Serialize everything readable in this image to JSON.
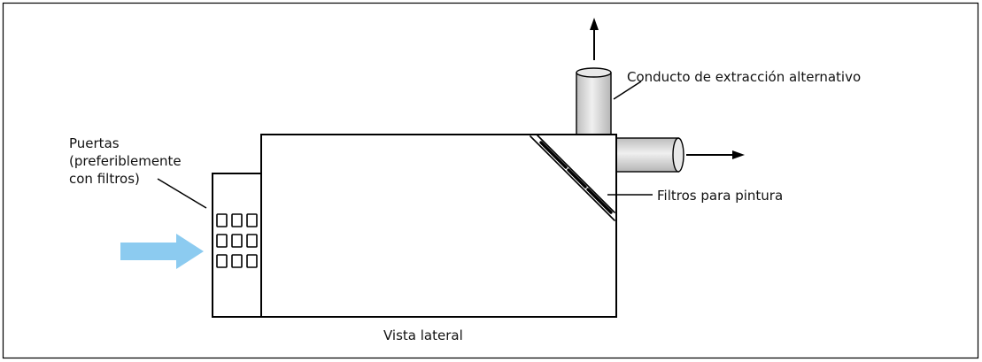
{
  "labels": {
    "doors_line1": "Puertas",
    "doors_line2": "(preferiblemente",
    "doors_line3": "con filtros)",
    "alt_duct": "Conducto de extracción alternativo",
    "paint_filters": "Filtros para pintura",
    "caption": "Vista lateral"
  },
  "colors": {
    "stroke": "#000000",
    "airflow_arrow": "#8ccbf0",
    "duct_fill": "#dcdcdc",
    "background": "#ffffff"
  }
}
